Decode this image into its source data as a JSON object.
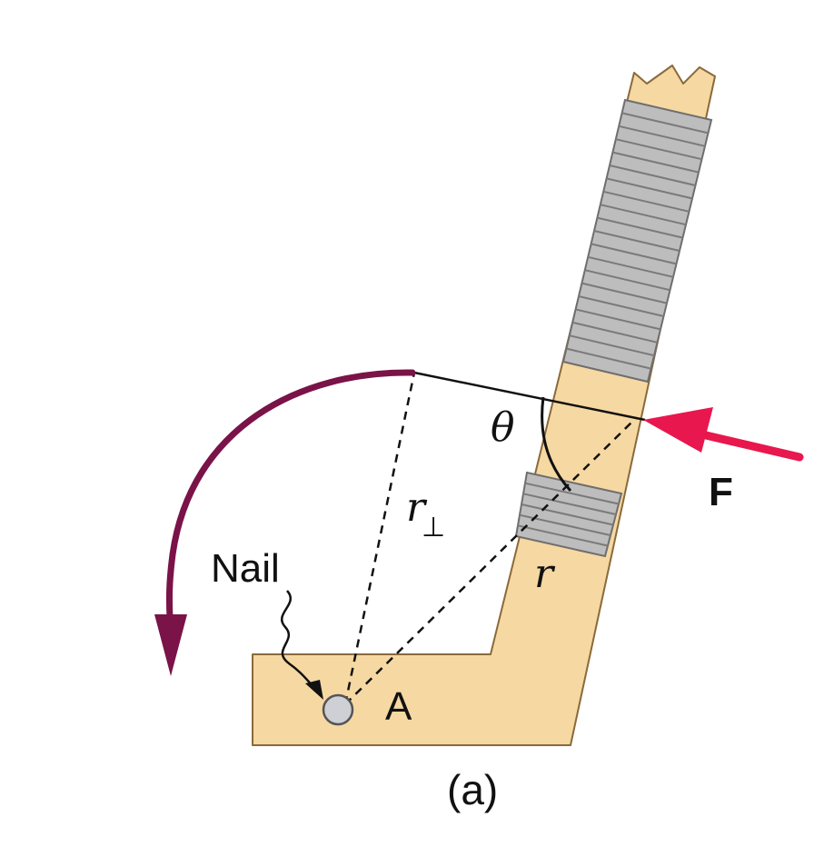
{
  "labels": {
    "nail": "Nail",
    "point": "A",
    "force": "F",
    "r_perp_main": "r",
    "r_perp_sub": "⊥",
    "r": "r",
    "theta": "θ",
    "caption": "(a)"
  },
  "colors": {
    "stick": "#F6D8A2",
    "stick_outline": "#8A6A3A",
    "tape": "#BDBDBD",
    "tape_lines": "#7A7A7A",
    "force_arrow": "#E8174E",
    "rotation_arrow": "#7A1347",
    "nail": "#CFCFD6",
    "ink": "#111111"
  },
  "icons": {
    "rotation": "curved-arrow-counterclockwise",
    "nail": "circle-pin"
  }
}
